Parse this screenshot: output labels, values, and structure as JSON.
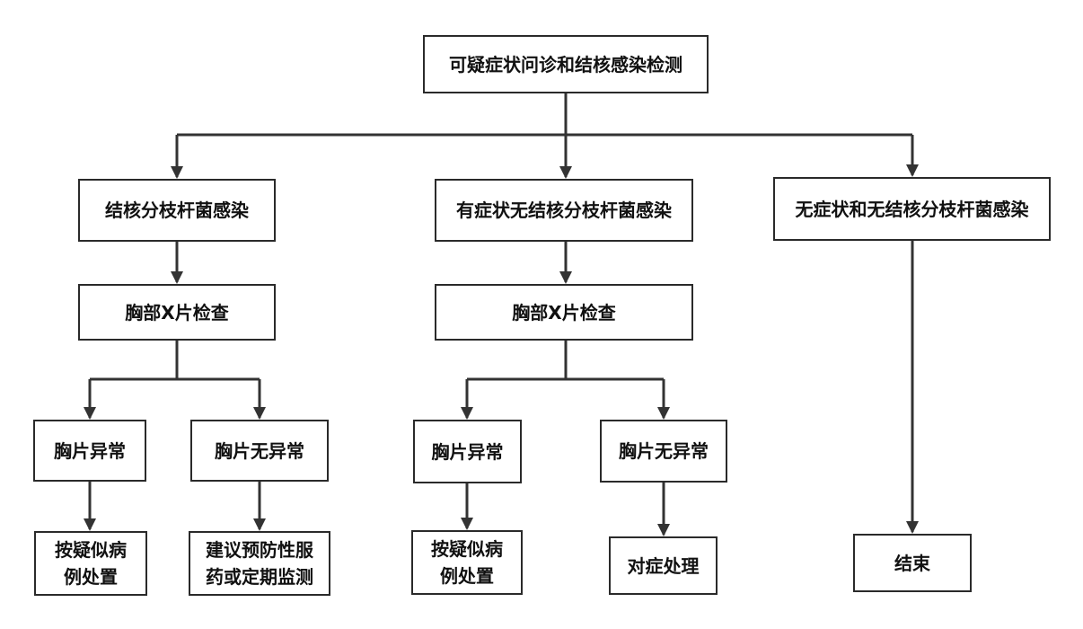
{
  "diagram": {
    "nodes": {
      "root": "可疑症状问诊和结核感染检测",
      "b1": "结核分枝杆菌感染",
      "b2": "有症状无结核分枝杆菌感染",
      "b3": "无症状和无结核分枝杆菌感染",
      "b1_xray": "胸部X片检查",
      "b2_xray": "胸部X片检查",
      "b1_abn": "胸片异常",
      "b1_norm": "胸片无异常",
      "b2_abn": "胸片异常",
      "b2_norm": "胸片无异常",
      "b1_abn_action_l1": "按疑似病",
      "b1_abn_action_l2": "例处置",
      "b1_norm_action_l1": "建议预防性服",
      "b1_norm_action_l2": "药或定期监测",
      "b2_abn_action_l1": "按疑似病",
      "b2_abn_action_l2": "例处置",
      "b2_norm_action": "对症处理",
      "b3_end": "结束"
    },
    "colors": {
      "border": "#2a2a2a",
      "line": "#333333",
      "text": "#111111"
    }
  }
}
